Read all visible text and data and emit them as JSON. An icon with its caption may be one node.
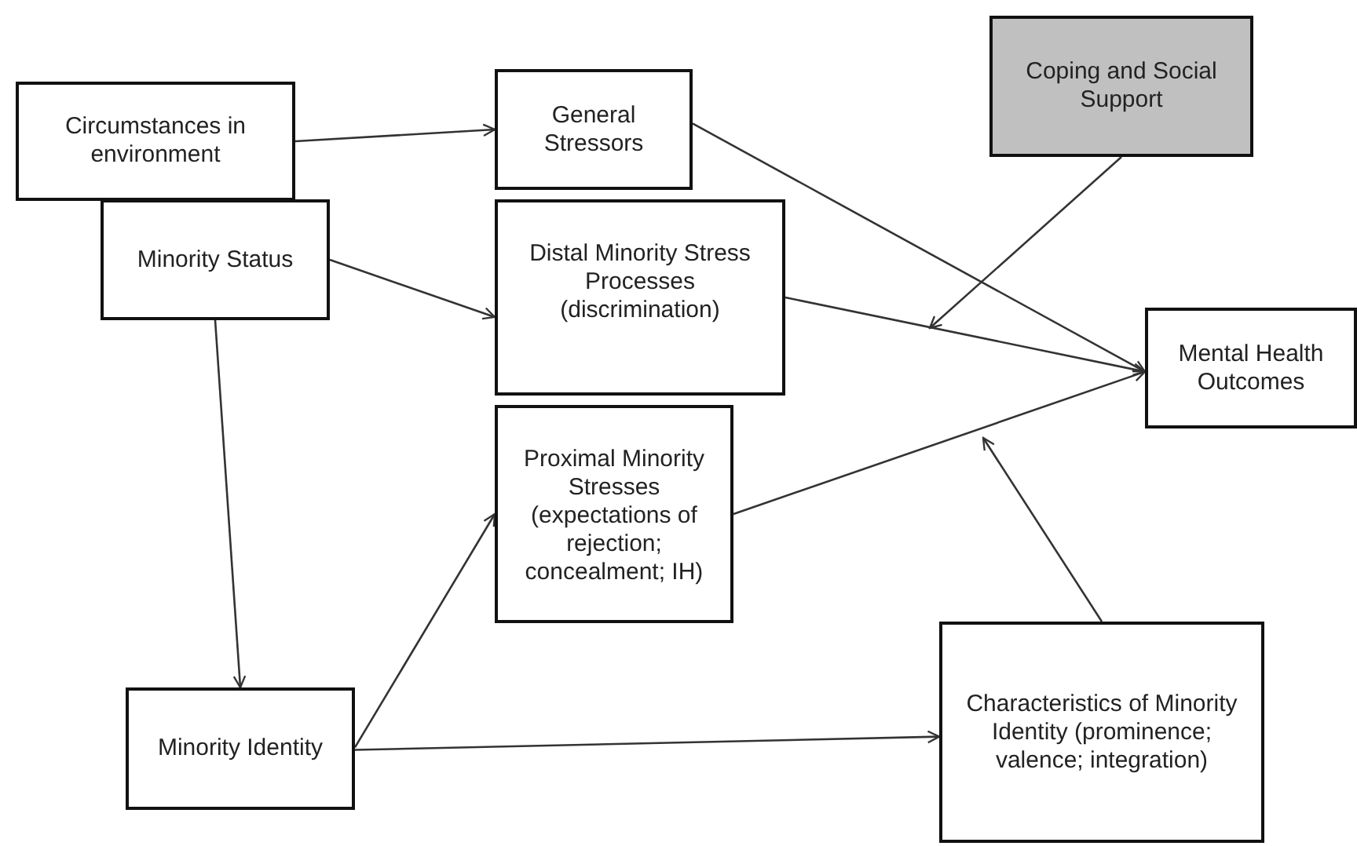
{
  "diagram": {
    "nodes": [
      {
        "text": [
          "Circumstances in environment"
        ]
      },
      {
        "text": [
          "Minority Status"
        ]
      },
      {
        "text": [
          "General Stressors"
        ]
      },
      {
        "text": [
          "Coping and Social Support"
        ]
      },
      {
        "text": [
          "Distal Minority Stress Processes (discrimination)"
        ]
      },
      {
        "text": [
          "Mental Health Outcomes"
        ]
      },
      {
        "text": [
          "Proximal Minority Stresses (expectations of rejection; concealment; IH)"
        ]
      },
      {
        "text": [
          "Minority Identity"
        ]
      },
      {
        "text": [
          "Characteristics of Minority Identity (prominence; valence; integration)"
        ]
      }
    ],
    "edges": [
      {
        "from": 0,
        "to": 2,
        "arrow": "to"
      },
      {
        "from": 1,
        "to": 4,
        "arrow": "to"
      },
      {
        "from": 1,
        "to": 7,
        "arrow": "to"
      },
      {
        "from": 2,
        "to": 5,
        "arrow": "to"
      },
      {
        "from": 4,
        "to": 5,
        "arrow": "to"
      },
      {
        "from": 3,
        "to": null,
        "arrow": "to"
      },
      {
        "from": 6,
        "to": 5,
        "arrow": "to"
      },
      {
        "from": 8,
        "to": null,
        "arrow": "to"
      },
      {
        "from": 7,
        "to": 6,
        "arrow": "to"
      },
      {
        "from": 7,
        "to": 8,
        "arrow": "to"
      }
    ]
  }
}
